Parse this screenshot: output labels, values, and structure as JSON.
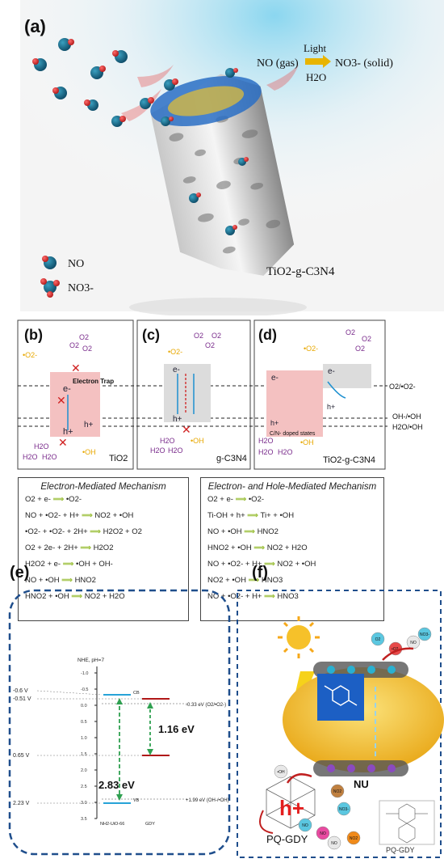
{
  "panel_a": {
    "label": "(a)",
    "reaction": {
      "left": "NO (gas)",
      "top": "Light",
      "bottom": "H2O",
      "right": "NO3- (solid)"
    },
    "legend": [
      {
        "label": "NO"
      },
      {
        "label": "NO3-"
      }
    ],
    "material": "TiO2-g-C3N4"
  },
  "panel_b": {
    "label": "(b)",
    "material": "TiO2",
    "electron_trap": "Electron Trap",
    "species": {
      "o2_a": "O2",
      "o2_b": "O2",
      "o2_c": "O2",
      "superoxide": "•O2-",
      "hydroxyl": "•OH",
      "h2o_a": "H2O",
      "h2o_b": "H2O",
      "h2o_c": "H2O",
      "electron": "e-",
      "hole": "h+",
      "hole2": "h+"
    }
  },
  "panel_c": {
    "label": "(c)",
    "material": "g-C3N4",
    "species": {
      "o2_a": "O2",
      "o2_b": "O2",
      "o2_c": "O2",
      "superoxide": "•O2-",
      "hydroxyl": "•OH",
      "h2o_a": "H2O",
      "h2o_b": "H2O",
      "h2o_c": "H2O",
      "electron": "e-",
      "hole": "h+"
    }
  },
  "panel_d": {
    "label": "(d)",
    "material": "TiO2-g-C3N4",
    "doped_states": "C/N- doped states",
    "species": {
      "o2_a": "O2",
      "o2_b": "O2",
      "o2_c": "O2",
      "superoxide": "•O2-",
      "hydroxyl": "•OH",
      "h2o_a": "H2O",
      "h2o_b": "H2O",
      "h2o_c": "H2O",
      "electron": "e-",
      "hole": "h+"
    }
  },
  "potential_lines": [
    "O2/•O2-",
    "OH-/•OH",
    "H2O/•OH"
  ],
  "mechanism_left": {
    "title": "Electron-Mediated Mechanism",
    "rows": [
      [
        "O2 + e-",
        "•O2-"
      ],
      [
        "NO + •O2- + H+",
        "NO2 + •OH"
      ],
      [
        "•O2- + •O2- + 2H+",
        "H2O2 + O2"
      ],
      [
        "O2 + 2e- + 2H+",
        "H2O2"
      ],
      [
        "H2O2 + e-",
        "•OH + OH-"
      ],
      [
        "NO + •OH",
        "HNO2"
      ],
      [
        "HNO2 + •OH",
        "NO2 + H2O"
      ]
    ]
  },
  "mechanism_right": {
    "title": "Electron- and Hole-Mediated Mechanism",
    "rows": [
      [
        "O2 + e-",
        "•O2-"
      ],
      [
        "Ti-OH + h+",
        "Ti+ + •OH"
      ],
      [
        "NO + •OH",
        "HNO2"
      ],
      [
        "HNO2 + •OH",
        "NO2 + H2O"
      ],
      [
        "NO + •O2- + H+",
        "NO2 + •OH"
      ],
      [
        "NO2 + •OH",
        "HNO3"
      ],
      [
        "NO + •O2- + H+",
        "HNO3"
      ]
    ]
  },
  "panel_e": {
    "label": "(e)",
    "axis_title": "NHE, pH=7",
    "ticks": [
      "-1.0",
      "-0.5",
      "0.0",
      "0.5",
      "1.0",
      "1.5",
      "2.0",
      "2.5",
      "3.0",
      "3.5"
    ],
    "left_values": [
      "-0.6 V",
      "-0.51 V",
      "0.65 V",
      "2.23 V"
    ],
    "cb_label": "CB",
    "vb_label": "VB",
    "o2_level": "-0.33 eV (O2/•O2-)",
    "oh_level": "+1.99 eV (OH-/•OH)",
    "gap_small": "1.16 eV",
    "gap_large": "2.83 eV",
    "x_left": "NH2-UiO-66",
    "x_right": "GDY"
  },
  "panel_f": {
    "label": "(f)",
    "nu_label": "NU",
    "hole_label": "h+",
    "gdy_label": "PQ-GDY",
    "gdy_structure_label": "PQ-GDY",
    "molecules": [
      "O2",
      "•O2-",
      "NO",
      "NO3-",
      "•OH",
      "NO",
      "NO",
      "NO2",
      "NO3-",
      "NO",
      "NO2"
    ]
  },
  "colors": {
    "tio2_band": "#f4c1c1",
    "gc3n4_band": "#dcdcdc",
    "superoxide": "#e8a800",
    "hydroxyl": "#e8a800",
    "water": "#7a2c8c",
    "nitrite": "#7db83a",
    "nitrogen_dioxide": "#d42020",
    "nitric": "#1a9a7a",
    "ellipse": "#f0c030",
    "dash_blue": "#1f4e8c",
    "arrow_green": "#9bbf3a"
  }
}
